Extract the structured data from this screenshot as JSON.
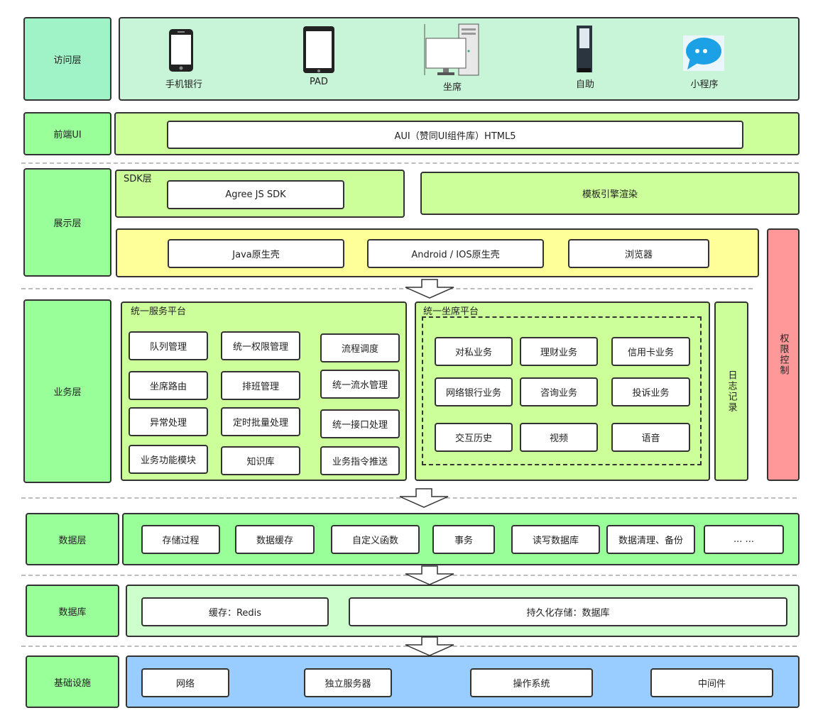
{
  "layers": {
    "access": "访问层",
    "frontend_ui": "前端UI",
    "presentation": "展示层",
    "business": "业务层",
    "data_layer": "数据层",
    "database": "数据库",
    "infrastructure": "基础设施"
  },
  "devices": [
    {
      "label": "手机银行",
      "icon": "mobile-phone-icon"
    },
    {
      "label": "PAD",
      "icon": "tablet-icon"
    },
    {
      "label": "坐席",
      "icon": "desktop-computer-icon"
    },
    {
      "label": "自助",
      "icon": "kiosk-icon"
    },
    {
      "label": "小程序",
      "icon": "chat-bubble-icon"
    }
  ],
  "frontend": {
    "aui": "AUI（赞同UI组件库）HTML5"
  },
  "presentation": {
    "sdk_title": "SDK层",
    "sdk": "Agree JS SDK",
    "template": "模板引擎渲染",
    "shells": [
      "Java原生壳",
      "Android / IOS原生壳",
      "浏览器"
    ]
  },
  "permission": "权限控制",
  "log": "日志记录",
  "service_platform": {
    "title": "统一服务平台",
    "items": [
      "队列管理",
      "统一权限管理",
      "流程调度",
      "坐席路由",
      "排班管理",
      "统一流水管理",
      "异常处理",
      "定时批量处理",
      "统一接口处理",
      "业务功能模块",
      "知识库",
      "业务指令推送"
    ]
  },
  "seat_platform": {
    "title": "统一坐席平台",
    "items": [
      "对私业务",
      "理财业务",
      "信用卡业务",
      "网络银行业务",
      "咨询业务",
      "投诉业务",
      "交互历史",
      "视频",
      "语音"
    ]
  },
  "data_items": [
    "存储过程",
    "数据缓存",
    "自定义函数",
    "事务",
    "读写数据库",
    "数据清理、备份",
    "... ..."
  ],
  "db_items": [
    "缓存：Redis",
    "持久化存储：数据库"
  ],
  "infra_items": [
    "网络",
    "独立服务器",
    "操作系统",
    "中间件"
  ],
  "colors": {
    "access_left": "#9ff3c6",
    "access_right": "#c8f5d8",
    "lime": "#ccff99",
    "yellow": "#ffff99",
    "permission": "#ff9999",
    "data": "#99ff99",
    "db": "#ccffcc",
    "infra": "#99ccff"
  }
}
